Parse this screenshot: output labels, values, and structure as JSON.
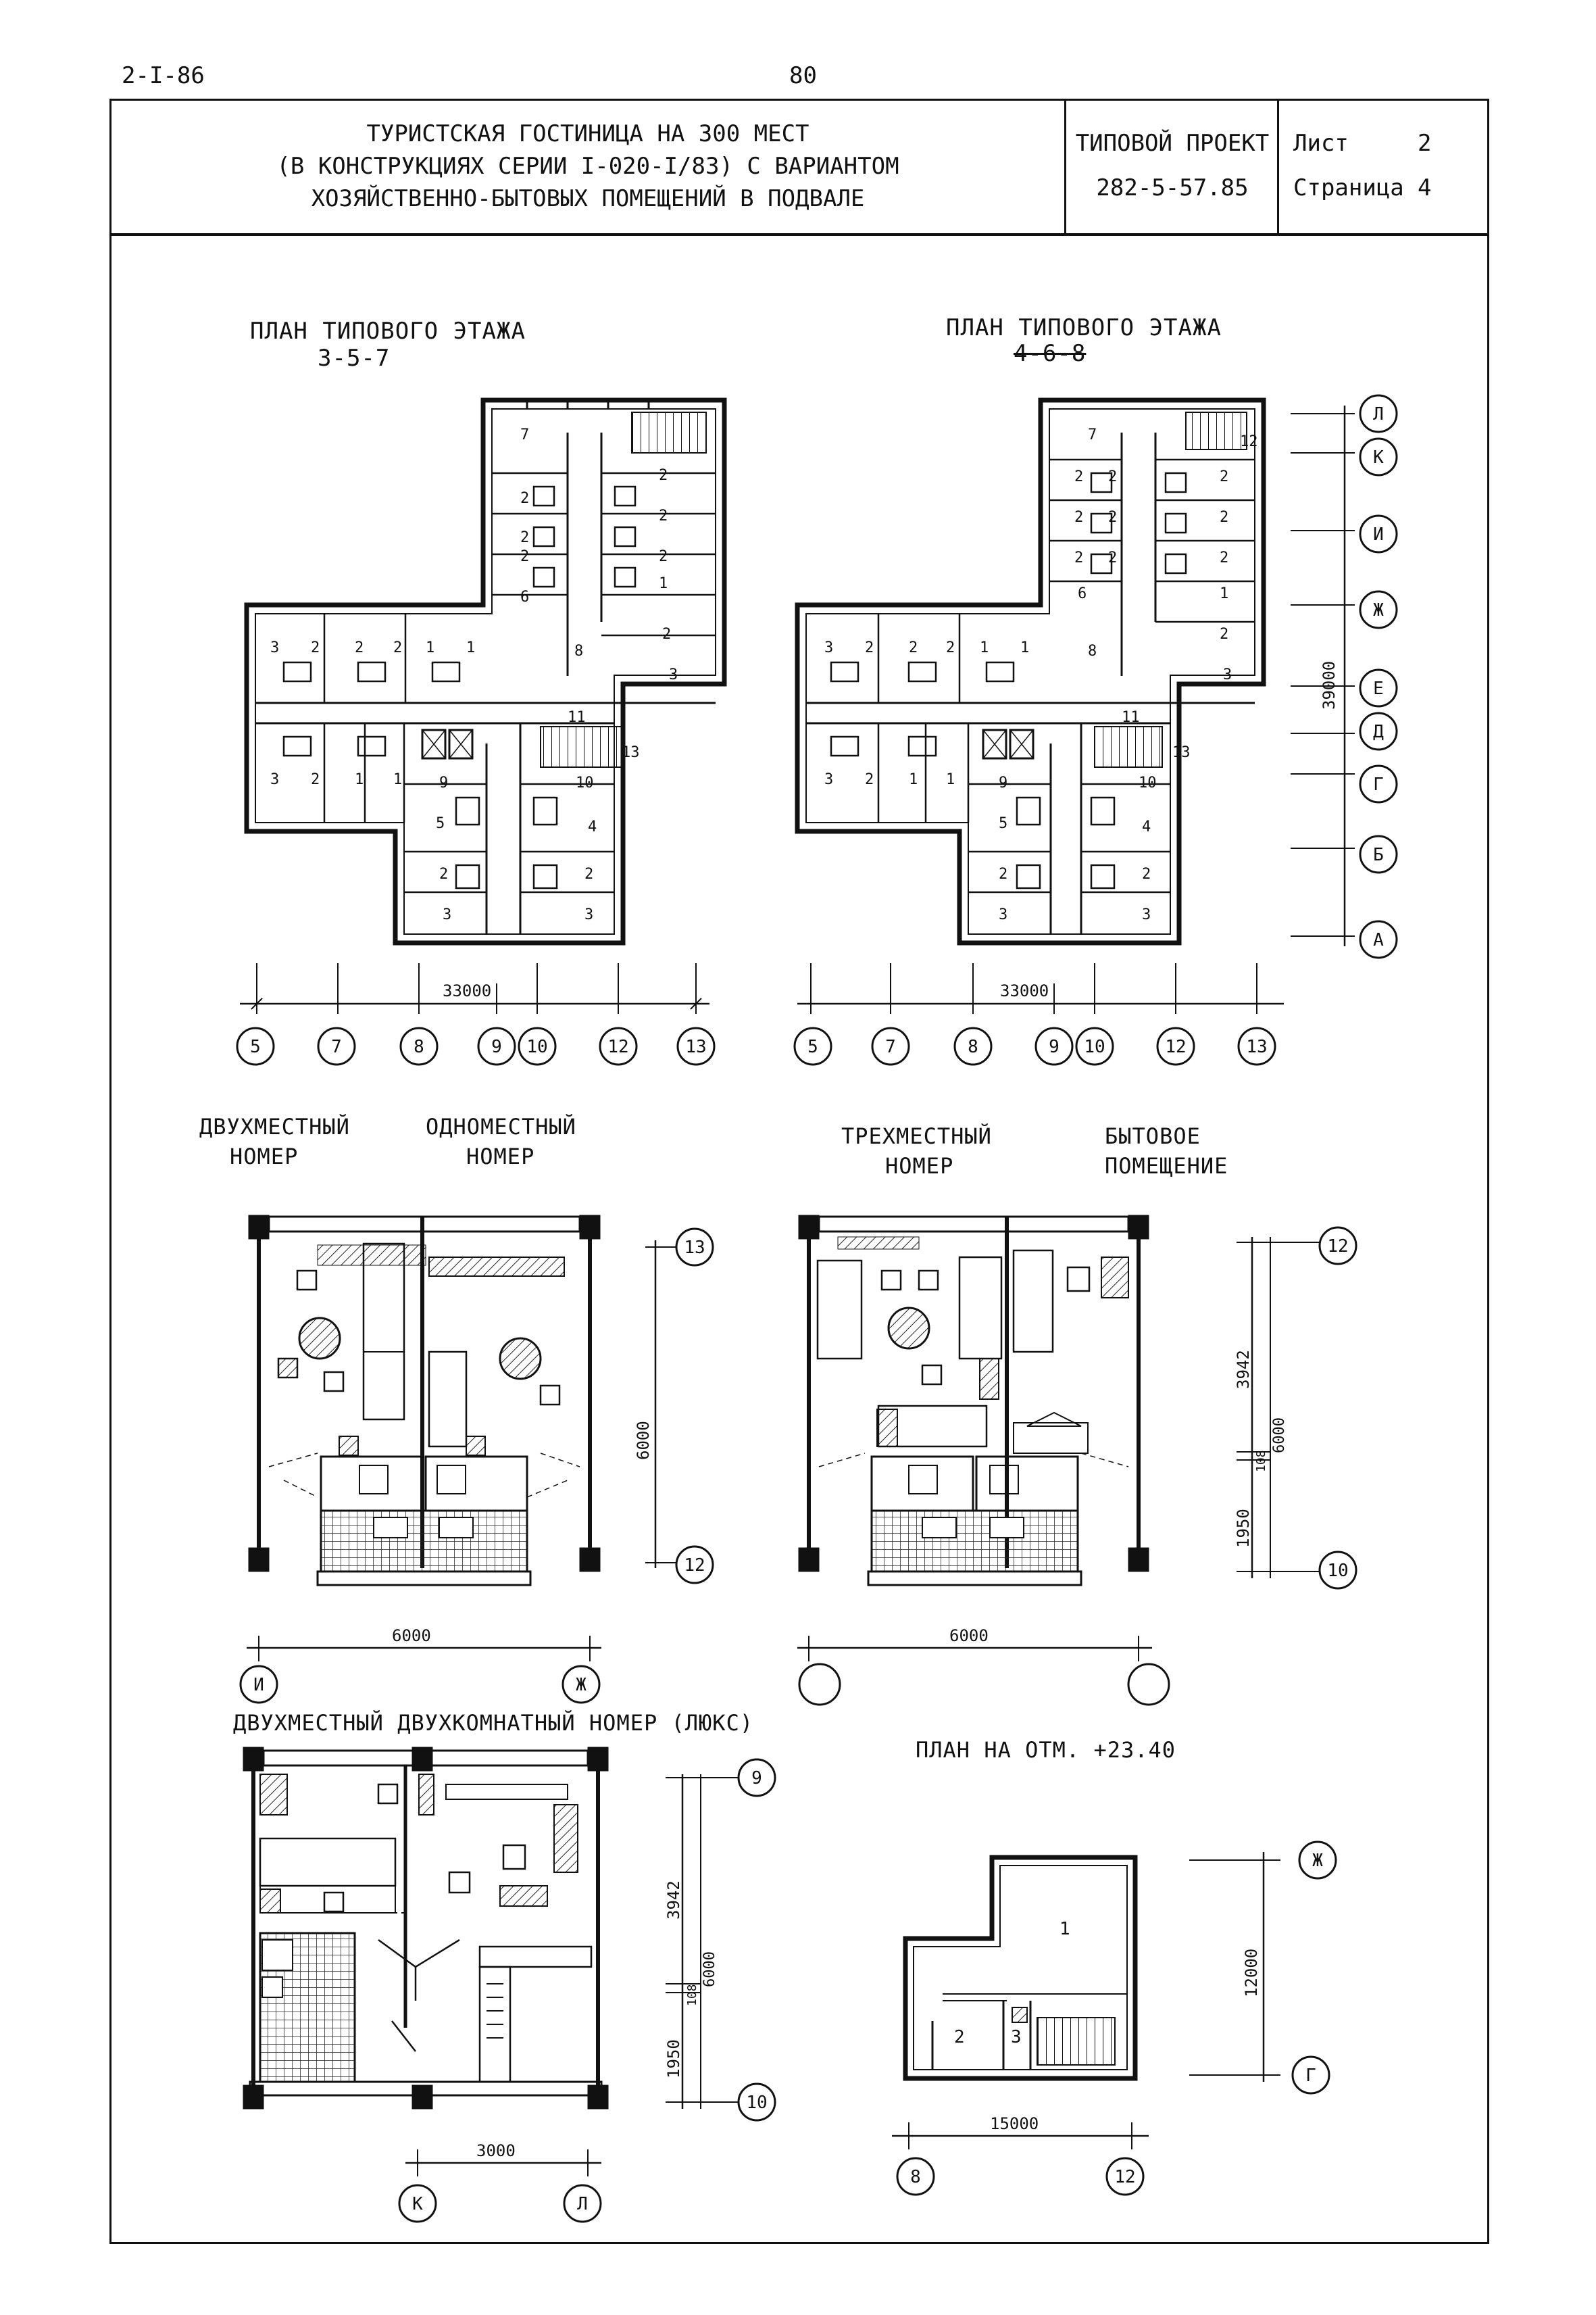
{
  "sheet": {
    "code": "2-I-86",
    "page_number": "80"
  },
  "title_block": {
    "title_lines": [
      "ТУРИСТСКАЯ ГОСТИНИЦА НА 300 МЕСТ",
      "(В КОНСТРУКЦИЯХ СЕРИИ I-020-I/83) С ВАРИАНТОМ",
      "ХОЗЯЙСТВЕННО-БЫТОВЫХ ПОМЕЩЕНИЙ В ПОДВАЛЕ"
    ],
    "project_label": "ТИПОВОЙ ПРОЕКТ",
    "project_number": "282-5-57.85",
    "sheet_label": "Лист",
    "sheet_value": "2",
    "page_label": "Страница",
    "page_value": "4"
  },
  "plan_left": {
    "title": "ПЛАН ТИПОВОГО ЭТАЖА",
    "floors": "3-5-7",
    "dimension": "33000",
    "axes": [
      "5",
      "7",
      "8",
      "9",
      "10",
      "12",
      "13"
    ]
  },
  "plan_right": {
    "title": "ПЛАН ТИПОВОГО ЭТАЖА",
    "floors": "4-6-8",
    "dimension": "33000",
    "axes": [
      "5",
      "7",
      "8",
      "9",
      "10",
      "12",
      "13"
    ],
    "side_axes": [
      "Л",
      "К",
      "И",
      "Ж",
      "Е",
      "Д",
      "Г",
      "Б",
      "А"
    ],
    "side_dimension": "39000"
  },
  "room_numbers": [
    "1",
    "2",
    "3",
    "4",
    "5",
    "6",
    "7",
    "8",
    "9",
    "10",
    "11",
    "12",
    "13"
  ],
  "unit_double_single": {
    "label_double": [
      "ДВУХМЕСТНЫЙ",
      "НОМЕР"
    ],
    "label_single": [
      "ОДНОМЕСТНЫЙ",
      "НОМЕР"
    ],
    "width_dim": "6000",
    "height_dim": "6000",
    "axis_top": "13",
    "axis_bottom": "12",
    "axis_left": "И",
    "axis_right": "Ж"
  },
  "unit_triple_service": {
    "label_triple": [
      "ТРЕХМЕСТНЫЙ",
      "НОМЕР"
    ],
    "label_service": [
      "БЫТОВОЕ",
      "ПОМЕЩЕНИЕ"
    ],
    "width_dim": "6000",
    "dim_a": "3942",
    "dim_b": "108",
    "dim_c": "1950",
    "dim_total": "6000",
    "axis_top": "12",
    "axis_bottom": "10"
  },
  "unit_lux": {
    "title": "ДВУХМЕСТНЫЙ ДВУХКОМНАТНЫЙ НОМЕР (ЛЮКС)",
    "width_dim": "3000",
    "dim_a": "3942",
    "dim_b": "108",
    "dim_c": "1950",
    "dim_total": "6000",
    "axis_top": "9",
    "axis_bottom": "10",
    "axis_left": "К",
    "axis_right": "Л"
  },
  "plan_roof": {
    "title": "ПЛАН НА ОТМ. +23.40",
    "width_dim": "15000",
    "height_dim": "12000",
    "axis_top": "Ж",
    "axis_bottom": "Г",
    "axis_left": "8",
    "axis_right": "12",
    "rooms": [
      "1",
      "2",
      "3"
    ]
  }
}
